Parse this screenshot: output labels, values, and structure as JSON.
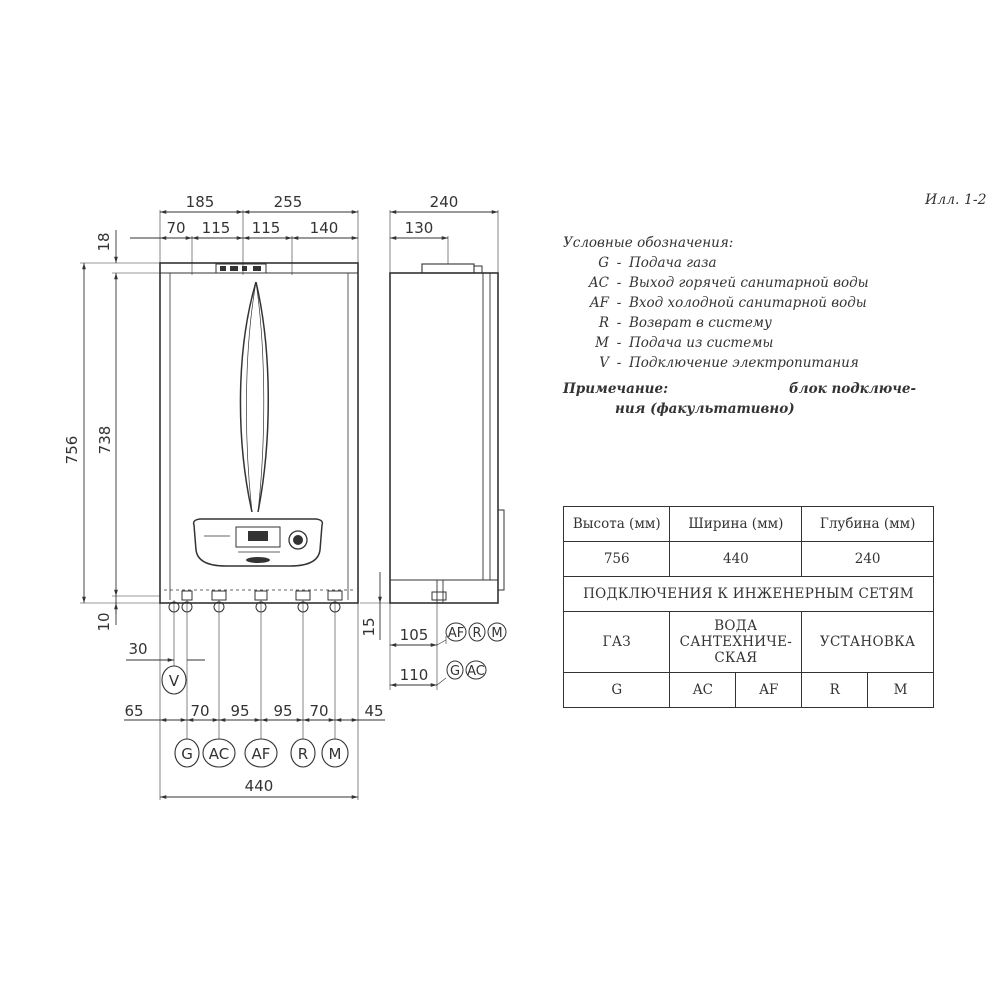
{
  "figure_label": "Илл. 1-2",
  "dimensions": {
    "front_top_left": "185",
    "front_top_right": "255",
    "front_seg1": "70",
    "front_seg2": "115",
    "front_seg3": "115",
    "front_seg4": "140",
    "side_depth": "240",
    "side_depth_part": "130",
    "top_offset": "18",
    "total_height": "756",
    "body_height": "738",
    "bottom_offset": "10",
    "v_offset": "30",
    "side_bottom_right": "15",
    "side_105": "105",
    "side_110": "110",
    "conn_left": "65",
    "conn_1": "70",
    "conn_2": "95",
    "conn_3": "95",
    "conn_4": "70",
    "conn_right": "45",
    "total_width": "440"
  },
  "connections": {
    "v": "V",
    "g": "G",
    "ac": "AC",
    "af": "AF",
    "r": "R",
    "m": "M"
  },
  "legend": {
    "title": "Условные обозначения:",
    "items": [
      {
        "code": "G",
        "text": "Подача газа"
      },
      {
        "code": "AC",
        "text": "Выход горячей санитарной воды"
      },
      {
        "code": "AF",
        "text": "Вход холодной санитарной воды"
      },
      {
        "code": "R",
        "text": "Возврат в систему"
      },
      {
        "code": "M",
        "text": "Подача из системы"
      },
      {
        "code": "V",
        "text": "Подключение электропитания"
      }
    ],
    "note_label": "Примечание:",
    "note_line1": "блок подключе-",
    "note_line2": "ния (факультативно)"
  },
  "table": {
    "header": [
      "Высота (мм)",
      "Ширина (мм)",
      "Глубина (мм)"
    ],
    "values": [
      "756",
      "440",
      "240"
    ],
    "section_title": "ПОДКЛЮЧЕНИЯ К ИНЖЕНЕРНЫМ СЕТЯМ",
    "group_gas": "ГАЗ",
    "group_water": [
      "ВОДА",
      "САНТЕХНИЧЕ-",
      "СКАЯ"
    ],
    "group_install": "УСТАНОВКА",
    "codes": [
      "G",
      "AC",
      "AF",
      "R",
      "M"
    ]
  }
}
